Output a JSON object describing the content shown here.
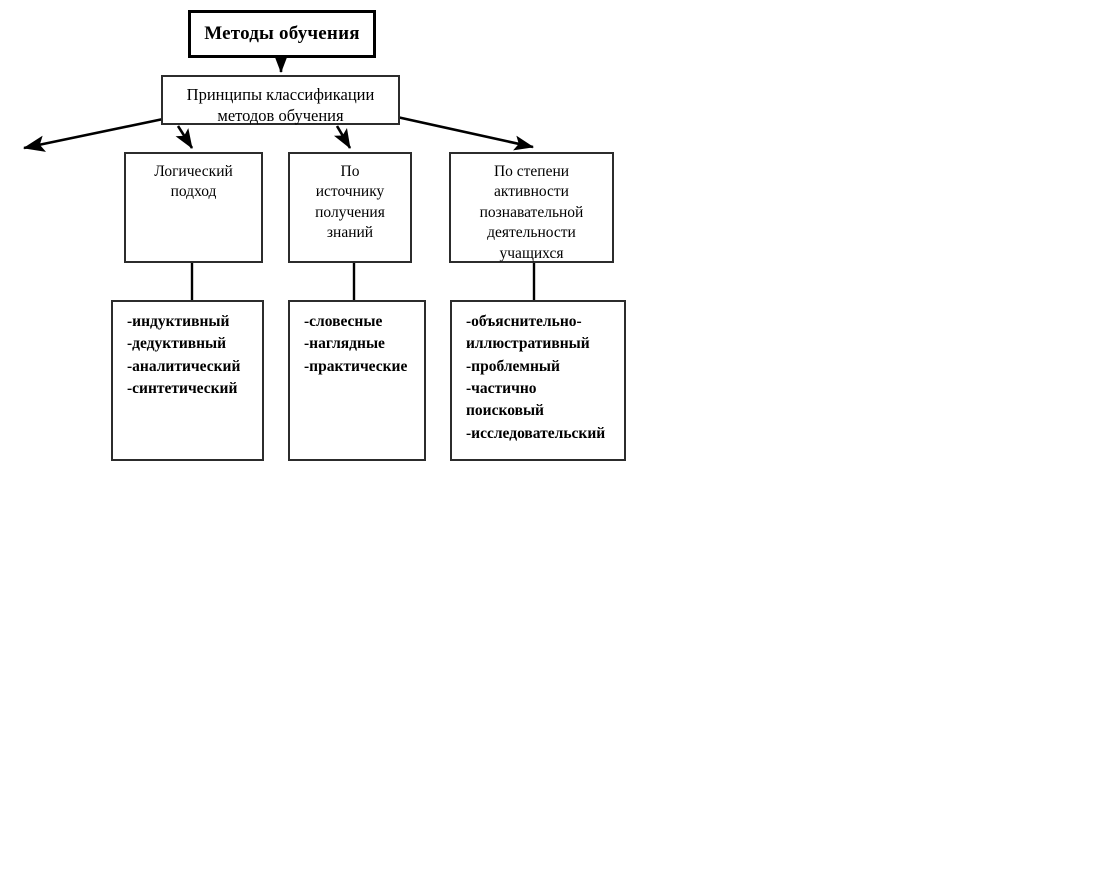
{
  "diagram": {
    "title": "Методы обучения",
    "root": {
      "label": "Методы обучения"
    },
    "principles": {
      "label": "Принципы классификации\nметодов обучения"
    },
    "criteria": [
      {
        "label": "Логический\nподход"
      },
      {
        "label": "По\nисточнику\nполучения\nзнаний"
      },
      {
        "label": "По степени\nактивности\nпознавательной\nдеятельности\nучащихся"
      }
    ],
    "leaves": [
      {
        "items": [
          "-индуктивный",
          "-дедуктивный",
          "-аналитический",
          "-синтетический"
        ]
      },
      {
        "items": [
          "-словесные",
          "-наглядные",
          "-практические"
        ]
      },
      {
        "items": [
          "-объяснительно-\nиллюстративный",
          "-проблемный",
          "-частично\nпоисковый",
          "-исследовательский"
        ]
      }
    ],
    "colors": {
      "background": "#ffffff",
      "border": "#2c2c2c",
      "root_border": "#000000",
      "text": "#000000",
      "connector": "#000000"
    }
  }
}
